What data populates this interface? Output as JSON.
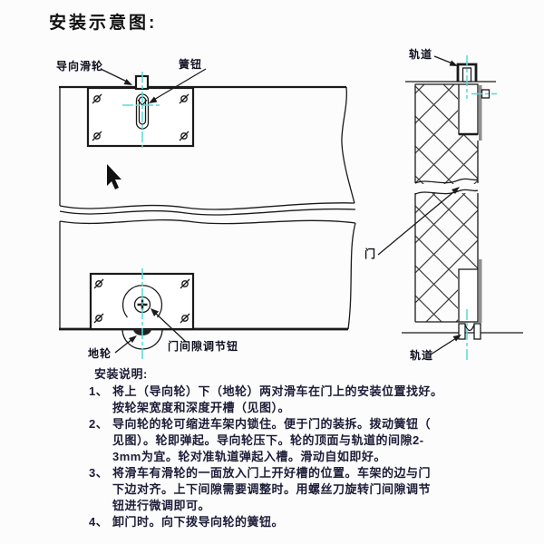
{
  "title": "安装示意图:",
  "colors": {
    "accent-cyan": "#58d8d8",
    "line": "#1a1a1a",
    "text": "#1c1c38",
    "gray": "#8f8f8f"
  },
  "labels": {
    "guide_pulley": "导向滑轮",
    "spring_button": "簧钮",
    "rail_top": "轨道",
    "door": "门",
    "ground_wheel": "地轮",
    "gap_adjuster": "门间隙调节钮",
    "rail_bottom": "轨道"
  },
  "instructions": {
    "heading": "安装说明:",
    "lines": [
      {
        "num": "1、",
        "text": "将上（导向轮）下（地轮）两对滑车在门上的安装位置找好。"
      },
      {
        "num": "",
        "text": "按轮架宽度和深度开槽（见图）。"
      },
      {
        "num": "2、",
        "text": "导向轮的轮可缩进车架内锁住。便于门的装拆。拨动簧钮（"
      },
      {
        "num": "",
        "text": "见图）。轮即弹起。导向轮压下。轮的顶面与轨道的间隙2-"
      },
      {
        "num": "",
        "text": "3mm为宜。轮对准轨道弹起入槽。滑动自如即好。"
      },
      {
        "num": "3、",
        "text": "将滑车有滑轮的一面放入门上开好槽的位置。车架的边与门"
      },
      {
        "num": "",
        "text": "下边对齐。上下间隙需要调整时。用螺丝刀旋转门间隙调节"
      },
      {
        "num": "",
        "text": "钮进行微调即可。"
      },
      {
        "num": "4、",
        "text": "卸门时。向下拨导向轮的簧钮。"
      }
    ]
  }
}
